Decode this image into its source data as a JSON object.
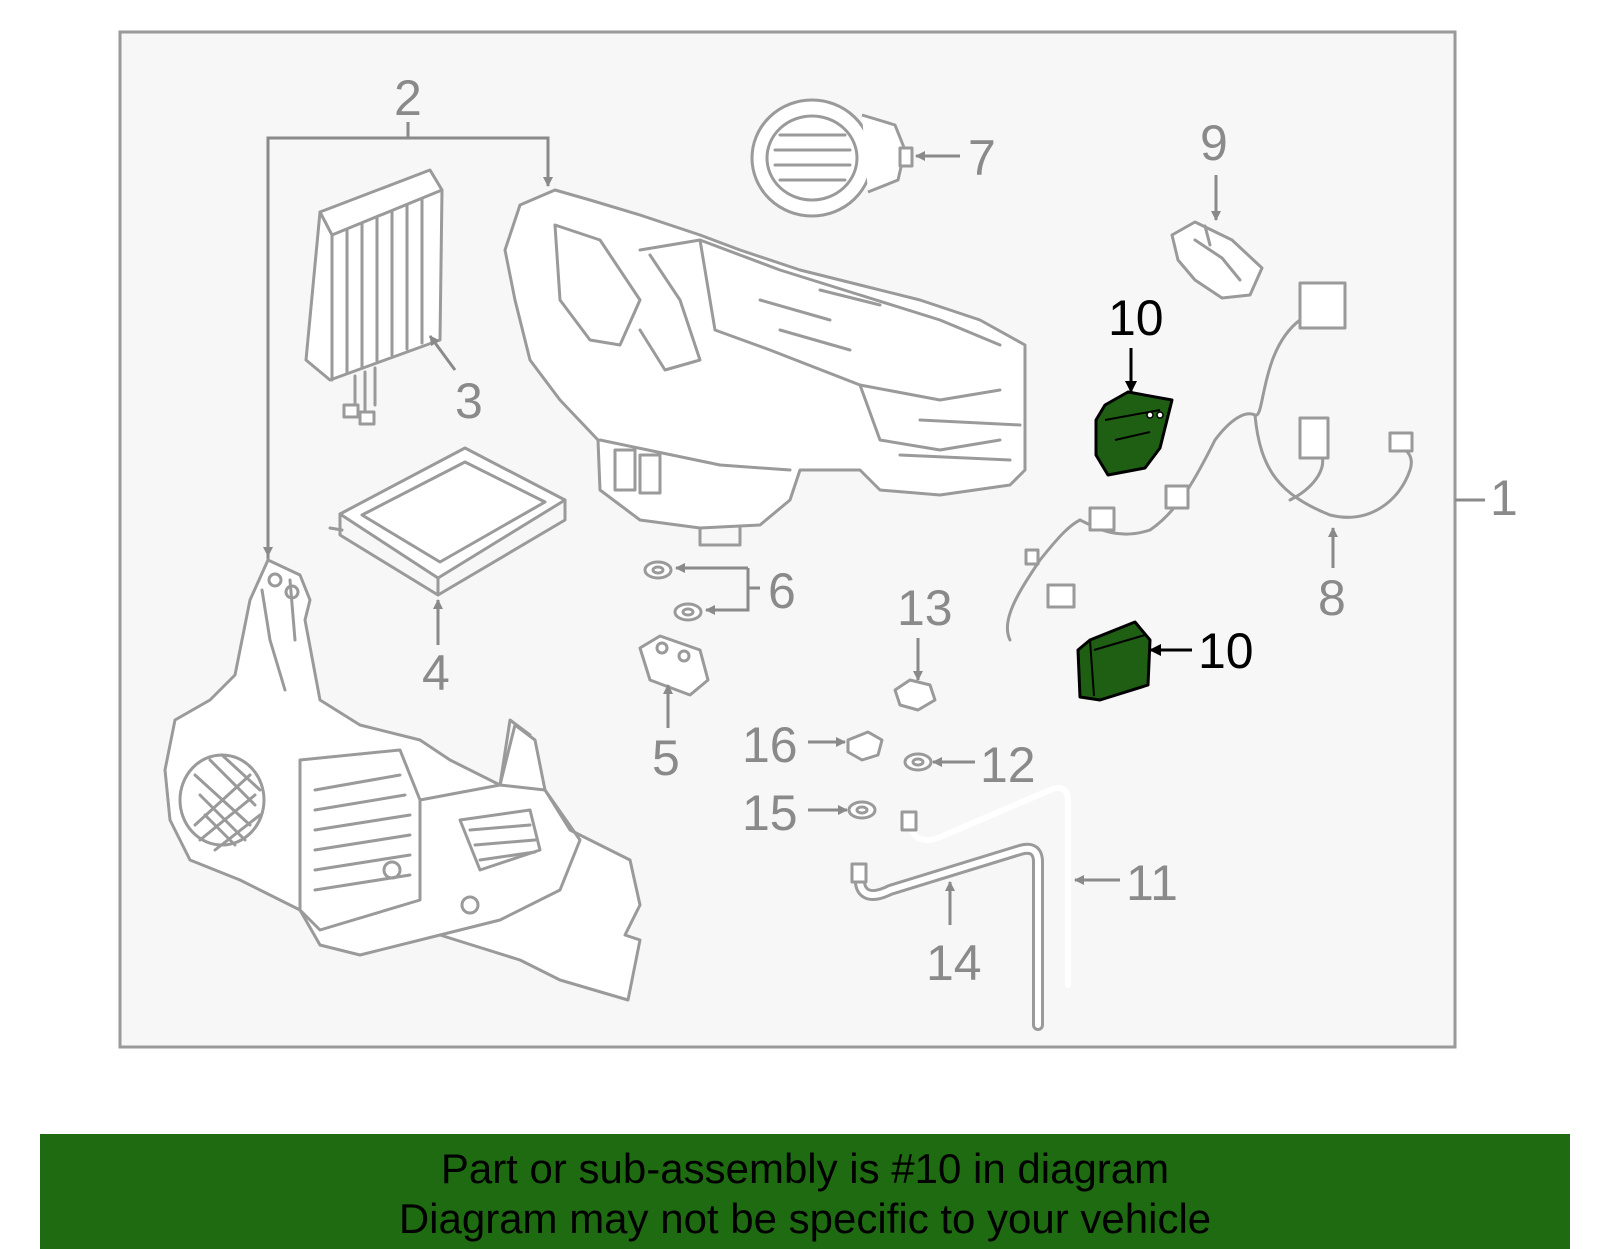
{
  "callouts": {
    "c1": "1",
    "c2": "2",
    "c3": "3",
    "c4": "4",
    "c5": "5",
    "c6": "6",
    "c7": "7",
    "c8": "8",
    "c9": "9",
    "c10a": "10",
    "c10b": "10",
    "c11": "11",
    "c12": "12",
    "c13": "13",
    "c14": "14",
    "c15": "15",
    "c16": "16"
  },
  "highlight_color": "#1f5f14",
  "banner": {
    "line1": "Part or sub-assembly is #10 in diagram",
    "line2": "Diagram may not be specific to your vehicle",
    "color": "#1e6b11"
  }
}
